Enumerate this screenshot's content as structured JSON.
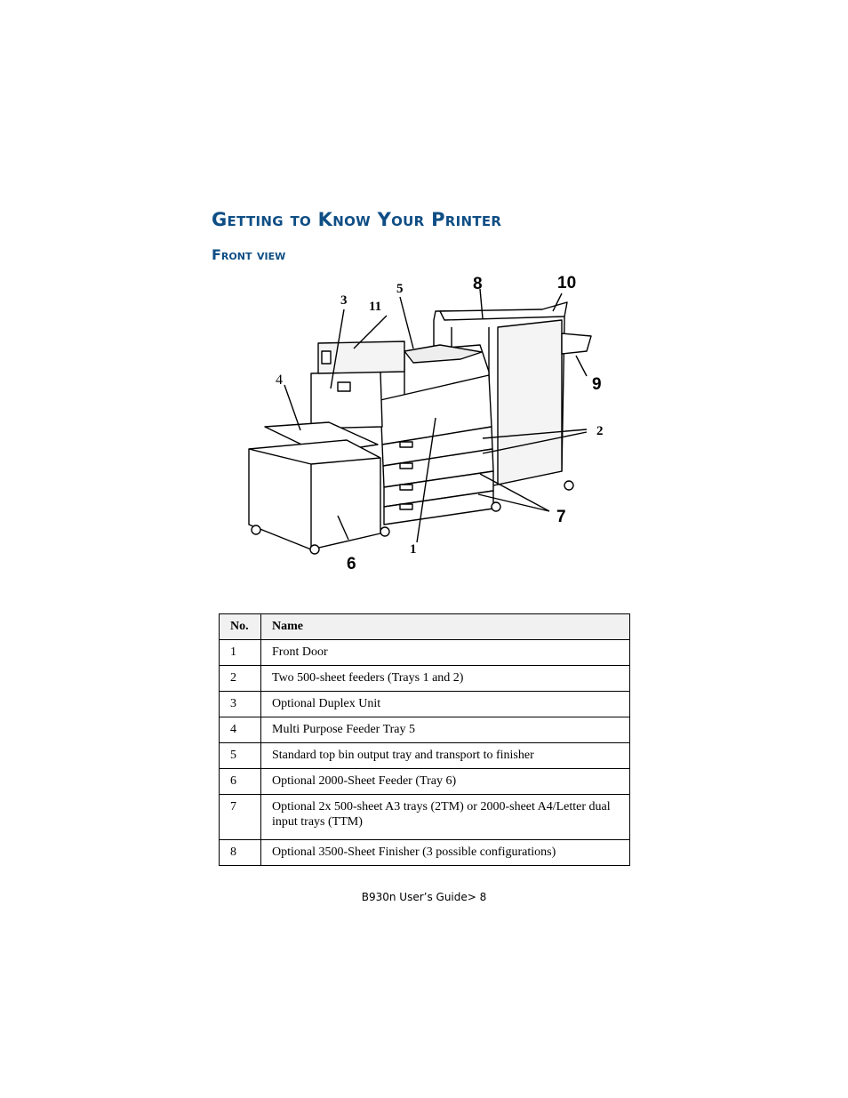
{
  "heading": "Getting to Know Your Printer",
  "subheading": "Front view",
  "figure": {
    "callouts": [
      "1",
      "2",
      "3",
      "4",
      "5",
      "6",
      "7",
      "8",
      "9",
      "10",
      "11"
    ]
  },
  "table": {
    "headers": {
      "no": "No.",
      "name": "Name"
    },
    "rows": [
      {
        "no": "1",
        "name": "Front Door"
      },
      {
        "no": "2",
        "name": "Two 500-sheet feeders (Trays 1 and 2)"
      },
      {
        "no": "3",
        "name": "Optional Duplex Unit"
      },
      {
        "no": "4",
        "name": "Multi Purpose Feeder Tray 5"
      },
      {
        "no": "5",
        "name": "Standard top bin output tray and transport to finisher"
      },
      {
        "no": "6",
        "name": "Optional 2000-Sheet Feeder (Tray 6)"
      },
      {
        "no": "7",
        "name": "Optional 2x 500-sheet A3 trays (2TM) or 2000-sheet A4/Letter dual input trays (TTM)"
      },
      {
        "no": "8",
        "name": "Optional 3500-Sheet Finisher (3 possible configurations)"
      }
    ]
  },
  "footer": "B930n User’s Guide> 8"
}
